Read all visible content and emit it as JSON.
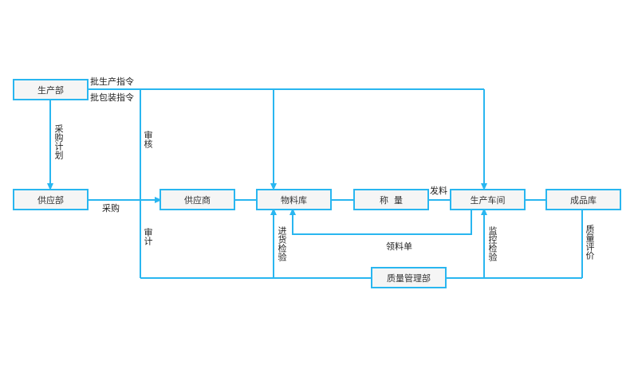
{
  "nodes": {
    "production": "生产部",
    "supply": "供应部",
    "supplier": "供应商",
    "warehouse": "物料库",
    "weighing": "称  量",
    "workshop": "生产车间",
    "finished": "成品库",
    "quality": "质量管理部"
  },
  "edge_labels": {
    "batch_production_order": "批生产指令",
    "batch_packaging_order": "批包装指令",
    "purchase_plan": "采购计划",
    "purchase": "采购",
    "review": "审核",
    "audit": "审计",
    "incoming_inspection": "进货检验",
    "requisition": "领料单",
    "dispatch": "发料",
    "monitoring_inspection": "监控检验",
    "quality_evaluation": "质量评价"
  },
  "colors": {
    "line": "#29b6f0",
    "node_border": "#29b6f0",
    "node_fill": "#f5f5f5",
    "text": "#333333"
  }
}
